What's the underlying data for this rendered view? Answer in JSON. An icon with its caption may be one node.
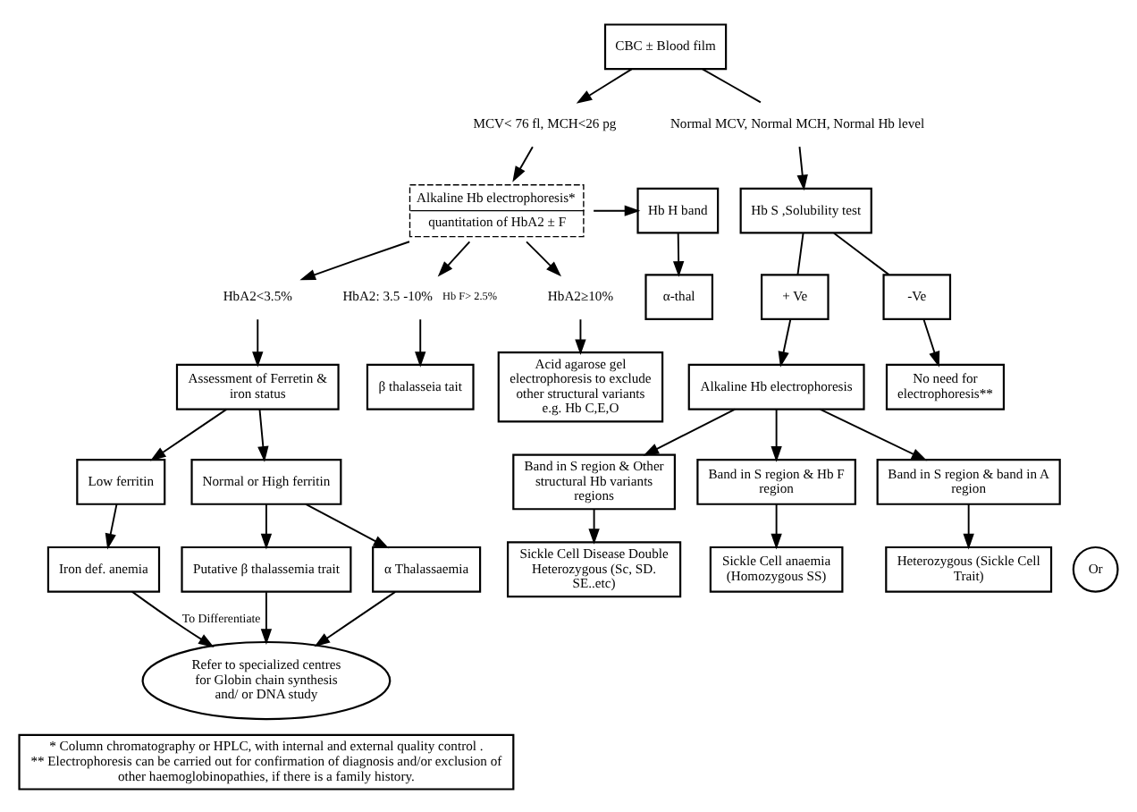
{
  "diagram": {
    "nodes": [
      {
        "text": [
          "CBC ± Blood film"
        ]
      },
      {
        "text": [
          "MCV< 76 fl, MCH<26 pg"
        ]
      },
      {
        "text": [
          "Alkaline Hb electrophoresis*",
          "quantitation of HbA2 ± F"
        ]
      },
      {
        "text": [
          "Hb H band"
        ]
      },
      {
        "text": [
          "α-thal"
        ]
      },
      {
        "text": [
          "HbA2<3.5%"
        ]
      },
      {
        "text": [
          "HbA2: 3.5 -10%"
        ],
        "beside": [
          "Hb F> 2.5%"
        ]
      },
      {
        "text": [
          "HbA2≥10%"
        ]
      },
      {
        "text": [
          "Assessment of Ferretin & iron status"
        ]
      },
      {
        "text": [
          "β thalasseia tait"
        ]
      },
      {
        "text": [
          "Acid agarose gel electrophoresis to exclude other structural variants e.g. Hb C,E,O"
        ]
      },
      {
        "text": [
          "Low ferritin"
        ]
      },
      {
        "text": [
          "Normal or High ferritin"
        ]
      },
      {
        "text": [
          "Iron def. anemia"
        ]
      },
      {
        "text": [
          "Or"
        ]
      },
      {
        "text": [
          "Putative β thalassemia trait"
        ]
      },
      {
        "text": [
          "α Thalassaemia"
        ]
      },
      {
        "text": [
          "Refer to specialized centres for Globin chain synthesis and/ or DNA study"
        ]
      },
      {
        "text": [
          "Normal MCV, Normal MCH, Normal Hb level"
        ]
      },
      {
        "text": [
          "Hb S ,Solubility test"
        ]
      },
      {
        "text": [
          "+ Ve"
        ]
      },
      {
        "text": [
          "-Ve"
        ]
      },
      {
        "text": [
          "No need for electrophoresis**"
        ]
      },
      {
        "text": [
          "Alkaline Hb electrophoresis"
        ]
      },
      {
        "text": [
          "Band in S region & Other structural Hb variants regions"
        ]
      },
      {
        "text": [
          "Band in S region & Hb F region"
        ]
      },
      {
        "text": [
          "Band in S region & band in A region"
        ]
      },
      {
        "text": [
          "Sickle Cell Disease Double Heterozygous (Sc, SD. SE..etc)"
        ]
      },
      {
        "text": [
          "Sickle Cell anaemia (Homozygous SS)"
        ]
      },
      {
        "text": [
          "Heterozygous (Sickle Cell Trait)"
        ]
      },
      {
        "text": [
          "* Column chromatography or HPLC, with internal and external quality control .",
          "** Electrophoresis can be carried out for confirmation of diagnosis and/or exclusion of other haemoglobinopathies, if there is a family history."
        ]
      }
    ],
    "edges": [
      {
        "from": 0,
        "to": 1,
        "arrow": "to"
      },
      {
        "from": 0,
        "to": 18,
        "arrow": "none"
      },
      {
        "from": 1,
        "to": 2,
        "arrow": "to"
      },
      {
        "from": 2,
        "to": 3,
        "arrow": "to"
      },
      {
        "from": 3,
        "to": 4,
        "arrow": "to"
      },
      {
        "from": 2,
        "to": 5,
        "arrow": "to"
      },
      {
        "from": 2,
        "to": 6,
        "arrow": "to"
      },
      {
        "from": 2,
        "to": 7,
        "arrow": "to"
      },
      {
        "from": 5,
        "to": 8,
        "arrow": "to"
      },
      {
        "from": 6,
        "to": 9,
        "arrow": "to"
      },
      {
        "from": 7,
        "to": 10,
        "arrow": "to"
      },
      {
        "from": 8,
        "to": 11,
        "arrow": "to"
      },
      {
        "from": 8,
        "to": 12,
        "arrow": "to"
      },
      {
        "from": 11,
        "to": 13,
        "arrow": "to"
      },
      {
        "from": 12,
        "to": 15,
        "arrow": "to"
      },
      {
        "from": 12,
        "to": 16,
        "arrow": "to"
      },
      {
        "from": 13,
        "to": 17,
        "arrow": "to",
        "label": "To Differentiate"
      },
      {
        "from": 15,
        "to": 17,
        "arrow": "to"
      },
      {
        "from": 16,
        "to": 17,
        "arrow": "to"
      },
      {
        "from": 18,
        "to": 19,
        "arrow": "to"
      },
      {
        "from": 19,
        "to": 20,
        "arrow": "none"
      },
      {
        "from": 19,
        "to": 21,
        "arrow": "none"
      },
      {
        "from": 21,
        "to": 22,
        "arrow": "to"
      },
      {
        "from": 20,
        "to": 23,
        "arrow": "to"
      },
      {
        "from": 23,
        "to": 24,
        "arrow": "to"
      },
      {
        "from": 23,
        "to": 25,
        "arrow": "to"
      },
      {
        "from": 23,
        "to": 26,
        "arrow": "to"
      },
      {
        "from": 24,
        "to": 27,
        "arrow": "to"
      },
      {
        "from": 25,
        "to": 28,
        "arrow": "to"
      },
      {
        "from": 26,
        "to": 29,
        "arrow": "to"
      }
    ]
  }
}
